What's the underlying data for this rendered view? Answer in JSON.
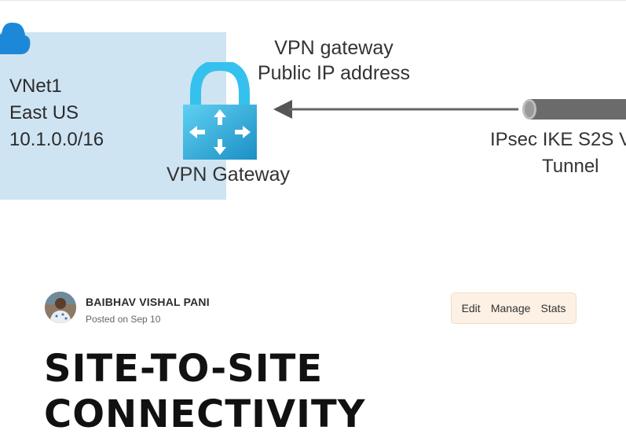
{
  "diagram": {
    "vnet_lines": [
      "VNet1",
      "East US",
      "10.1.0.0/16"
    ],
    "gateway_label": "VPN Gateway",
    "public_ip_label": [
      "VPN gateway",
      "Public IP address"
    ],
    "tunnel_label": [
      "IPsec IKE S2S V",
      "Tunnel"
    ],
    "icons": [
      "cloud-icon",
      "lock-icon",
      "arrow-icon",
      "tunnel-icon"
    ],
    "colors": {
      "vnet_bg": "#cfe4f2",
      "lock": "#33c1ee",
      "arrow": "#555555",
      "tunnel": "#6b6b6b"
    }
  },
  "post": {
    "author": "BAIBHAV VISHAL PANI",
    "posted": "Posted on Sep 10",
    "actions": {
      "edit": "Edit",
      "manage": "Manage",
      "stats": "Stats"
    },
    "title_lines": [
      "SITE-TO-SITE",
      "CONNECTIVITY"
    ]
  }
}
